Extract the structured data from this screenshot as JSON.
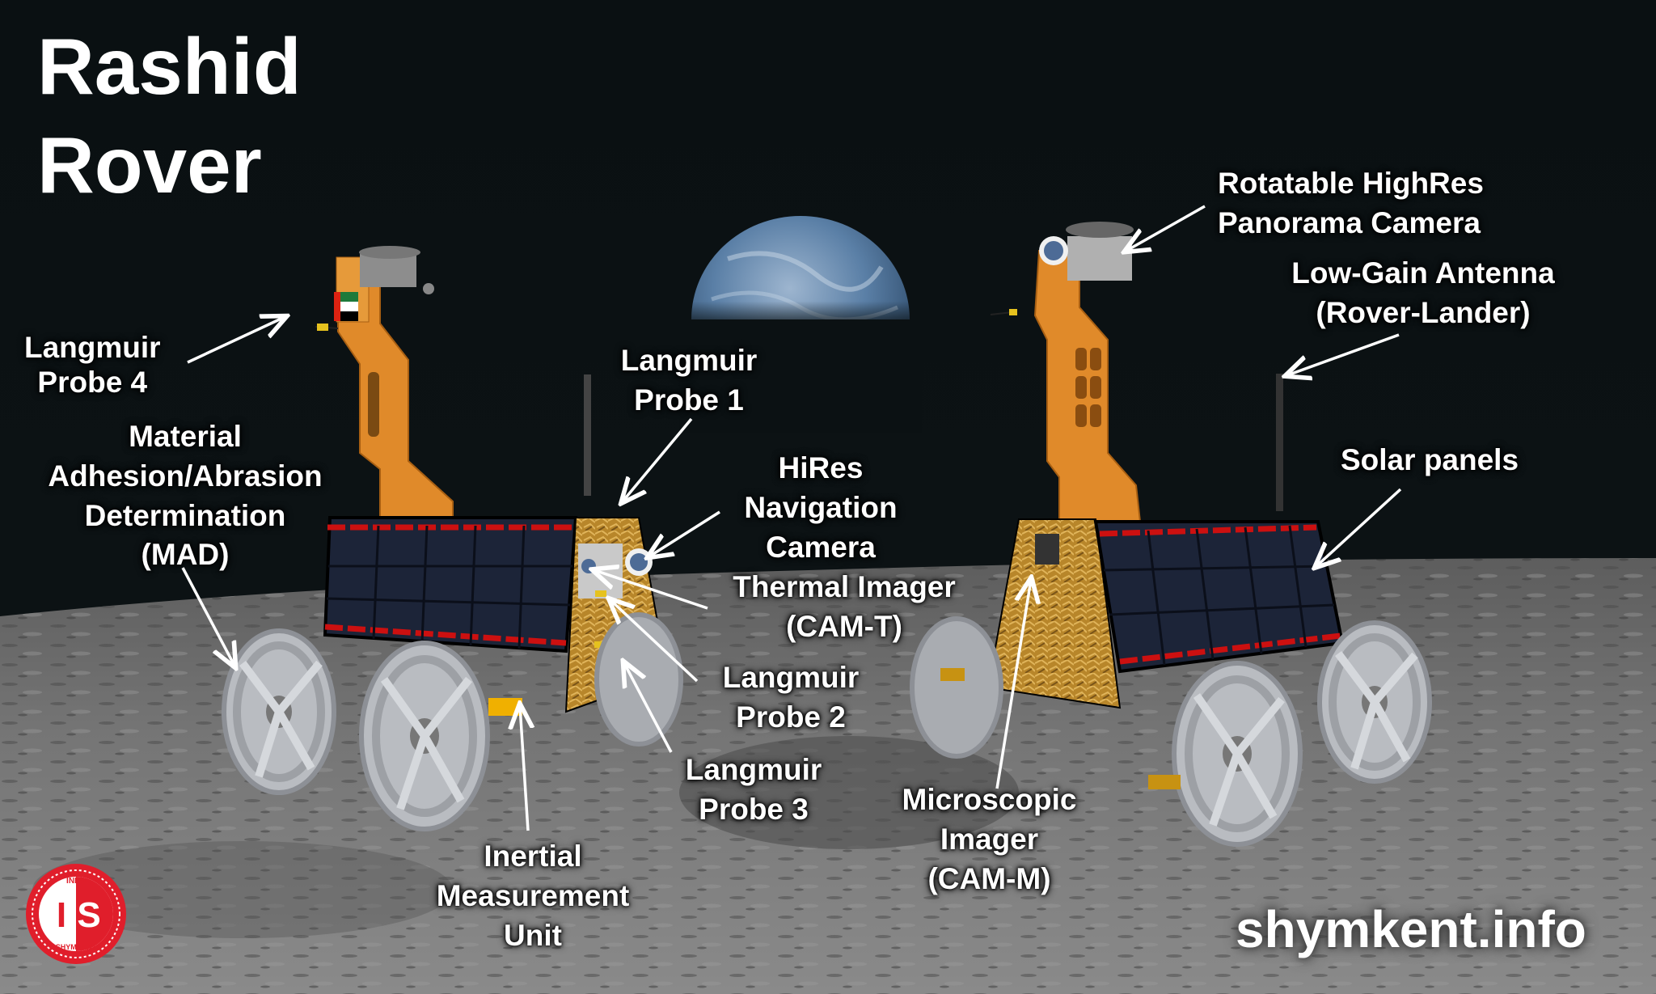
{
  "title": {
    "line1": "Rashid",
    "line2": "Rover"
  },
  "credit": "shymkent.info",
  "logo": {
    "top_text": "INFO",
    "monogram": "IS",
    "bottom_text": "SHYMKENT",
    "color": "#e01e2b"
  },
  "labels": {
    "langmuir_4": {
      "line1": "Langmuir",
      "line2": "Probe 4"
    },
    "mad": {
      "line1": "Material",
      "line2": "Adhesion/Abrasion",
      "line3": "Determination",
      "line4": "(MAD)"
    },
    "langmuir_1": {
      "line1": "Langmuir",
      "line2": "Probe 1"
    },
    "nav_camera": {
      "line1": "HiRes",
      "line2": "Navigation",
      "line3": "Camera"
    },
    "thermal_imager": {
      "line1": "Thermal Imager",
      "line2": "(CAM-T)"
    },
    "langmuir_2": {
      "line1": "Langmuir",
      "line2": "Probe 2"
    },
    "langmuir_3": {
      "line1": "Langmuir",
      "line2": "Probe 3"
    },
    "imu": {
      "line1": "Inertial",
      "line2": "Measurement",
      "line3": "Unit"
    },
    "microscopic_imager": {
      "line1": "Microscopic",
      "line2": "Imager",
      "line3": "(CAM-M)"
    },
    "pano_camera": {
      "line1": "Rotatable HighRes",
      "line2": "Panorama Camera"
    },
    "antenna": {
      "line1": "Low-Gain Antenna",
      "line2": "(Rover-Lander)"
    },
    "solar_panels": {
      "line1": "Solar panels"
    }
  },
  "colors": {
    "space": "#0b1113",
    "regolith": "#6e6e6e",
    "mast_orange": "#e08a2a",
    "solar_panel": "#1c2438",
    "gold_foil": "#b8862a",
    "red_stripe": "#cc1010",
    "wheel": "#c6c9ce",
    "earth": "#5a7fa6"
  }
}
